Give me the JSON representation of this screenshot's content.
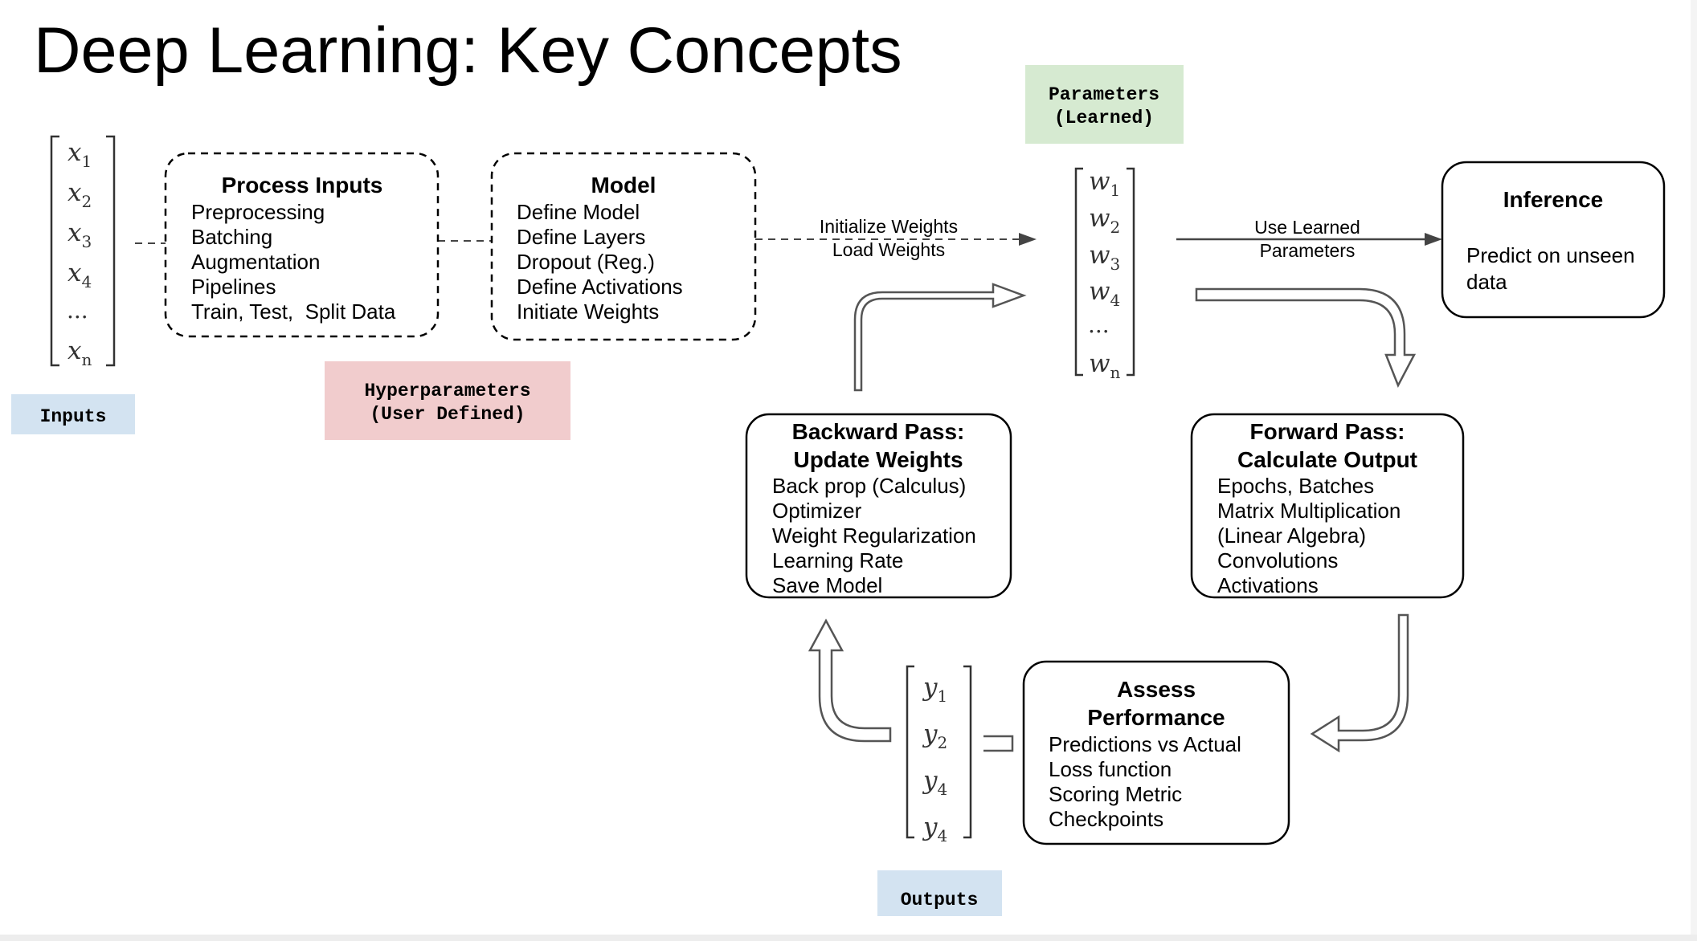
{
  "title": "Deep Learning: Key Concepts",
  "inputs_vector": {
    "symbol": "x",
    "subscripts": [
      "1",
      "2",
      "3",
      "4",
      "n"
    ],
    "ellipsis": "..."
  },
  "weights_vector": {
    "symbol": "w",
    "subscripts": [
      "1",
      "2",
      "3",
      "4",
      "n"
    ],
    "ellipsis": "..."
  },
  "outputs_vector": {
    "symbol": "y",
    "subscripts": [
      "1",
      "2",
      "4",
      "4"
    ]
  },
  "labels": {
    "inputs": "Inputs",
    "outputs": "Outputs",
    "parameters_line1": "Parameters",
    "parameters_line2": "(Learned)",
    "hyperparameters_line1": "Hyperparameters",
    "hyperparameters_line2": "(User Defined)"
  },
  "process_inputs": {
    "heading": "Process Inputs",
    "items": [
      "Preprocessing",
      "Batching",
      "Augmentation",
      "Pipelines",
      "Train, Test,  Split Data"
    ]
  },
  "model": {
    "heading": "Model",
    "items": [
      "Define Model",
      "Define Layers",
      "Dropout (Reg.)",
      "Define Activations",
      "Initiate Weights"
    ]
  },
  "edge_init": {
    "line1": "Initialize Weights",
    "line2": "Load Weights"
  },
  "edge_use": {
    "line1": "Use Learned",
    "line2": "Parameters"
  },
  "inference": {
    "heading": "Inference",
    "items": [
      "Predict on unseen",
      "data"
    ]
  },
  "backward_pass": {
    "heading_line1": "Backward Pass:",
    "heading_line2": "Update Weights",
    "items": [
      "Back prop (Calculus)",
      "Optimizer",
      "Weight Regularization",
      "Learning Rate",
      "Save Model"
    ]
  },
  "forward_pass": {
    "heading_line1": "Forward Pass:",
    "heading_line2": "Calculate Output",
    "items": [
      "Epochs, Batches",
      "Matrix Multiplication",
      "(Linear Algebra)",
      "Convolutions",
      "Activations"
    ]
  },
  "assess": {
    "heading_line1": "Assess",
    "heading_line2": "Performance",
    "items": [
      "Predictions vs Actual",
      "Loss function",
      "Scoring Metric",
      "Checkpoints"
    ]
  },
  "colors": {
    "inputs_tag": "#d3e3f1",
    "outputs_tag": "#d3e3f1",
    "parameters_tag": "#d6ead1",
    "hyperparameters_tag": "#f1cccd"
  }
}
